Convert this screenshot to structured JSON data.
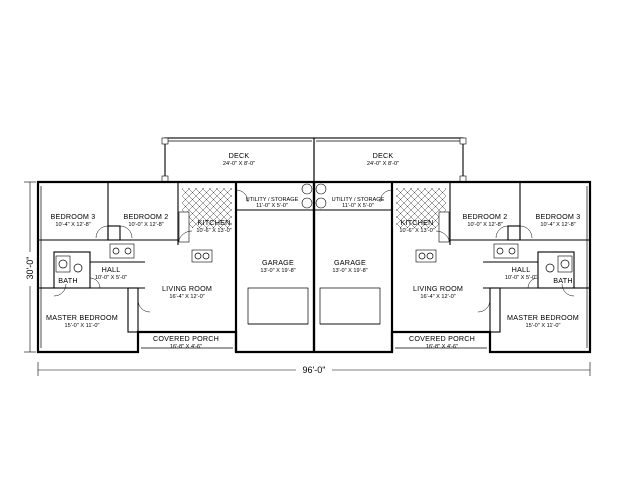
{
  "overall": {
    "width": "96'-0\"",
    "depth": "30'-0\""
  },
  "left": {
    "deck": {
      "name": "DECK",
      "dim": "24'-0\" X 8'-0\""
    },
    "utility": {
      "name": "UTILITY / STORAGE",
      "dim": "11'-0\" X 5'-0\""
    },
    "kitchen": {
      "name": "KITCHEN",
      "dim": "10'-6\" X 13'-0\""
    },
    "bedroom3": {
      "name": "BEDROOM 3",
      "dim": "10'-4\" X 12'-8\""
    },
    "bedroom2": {
      "name": "BEDROOM 2",
      "dim": "10'-0\" X 12'-8\""
    },
    "hall": {
      "name": "HALL",
      "dim": "10'-0\" X 5'-0\""
    },
    "bath": {
      "name": "BATH"
    },
    "garage": {
      "name": "GARAGE",
      "dim": "13'-0\" X 19'-8\""
    },
    "living": {
      "name": "LIVING ROOM",
      "dim": "16'-4\" X 12'-0\""
    },
    "master": {
      "name": "MASTER BEDROOM",
      "dim": "15'-0\" X 11'-0\""
    },
    "porch": {
      "name": "COVERED PORCH",
      "dim": "16'-8\" X 4'-6\""
    }
  },
  "right": {
    "deck": {
      "name": "DECK",
      "dim": "24'-0\" X 8'-0\""
    },
    "utility": {
      "name": "UTILITY / STORAGE",
      "dim": "11'-0\" X 5'-0\""
    },
    "kitchen": {
      "name": "KITCHEN",
      "dim": "10'-6\" X 13'-0\""
    },
    "bedroom3": {
      "name": "BEDROOM 3",
      "dim": "10'-4\" X 12'-8\""
    },
    "bedroom2": {
      "name": "BEDROOM 2",
      "dim": "10'-0\" X 12'-8\""
    },
    "hall": {
      "name": "HALL",
      "dim": "10'-0\" X 5'-0\""
    },
    "bath": {
      "name": "BATH"
    },
    "garage": {
      "name": "GARAGE",
      "dim": "13'-0\" X 19'-8\""
    },
    "living": {
      "name": "LIVING ROOM",
      "dim": "16'-4\" X 12'-0\""
    },
    "master": {
      "name": "MASTER BEDROOM",
      "dim": "15'-0\" X 11'-0\""
    },
    "porch": {
      "name": "COVERED PORCH",
      "dim": "16'-8\" X 4'-6\""
    }
  }
}
